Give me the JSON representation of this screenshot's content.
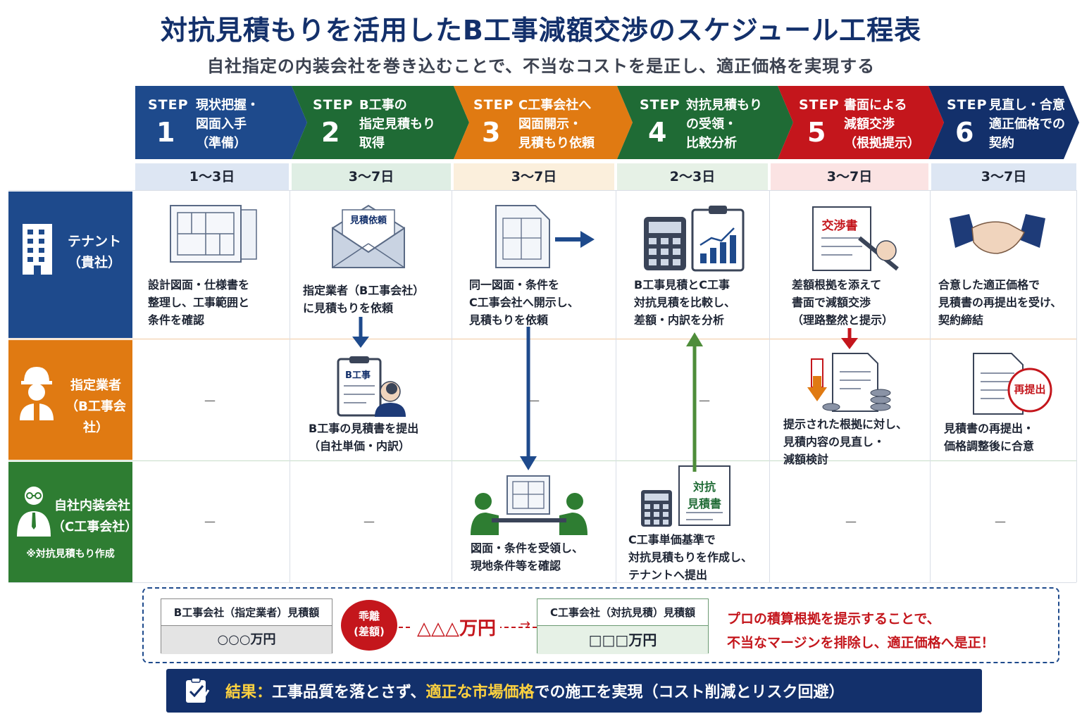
{
  "title": "対抗見積もりを活用したB工事減額交渉のスケジュール工程表",
  "subtitle": "自社指定の内装会社を巻き込むことで、不当なコストを是正し、適正価格を実現する",
  "steps": [
    {
      "label": "STEP",
      "number": "1",
      "title": "現状把握・\n図面入手\n（準備）",
      "duration": "1〜3日",
      "color": "#1e4a8c"
    },
    {
      "label": "STEP",
      "number": "2",
      "title": "B工事の\n指定見積もり\n取得",
      "duration": "3〜7日",
      "color": "#1f6b35"
    },
    {
      "label": "STEP",
      "number": "3",
      "title": "C工事会社へ\n図面開示・\n見積もり依頼",
      "duration": "3〜7日",
      "color": "#e07a12"
    },
    {
      "label": "STEP",
      "number": "4",
      "title": "対抗見積もり\nの受領・\n比較分析",
      "duration": "2〜3日",
      "color": "#1f6b35"
    },
    {
      "label": "STEP",
      "number": "5",
      "title": "書面による\n減額交渉\n（根拠提示）",
      "duration": "3〜7日",
      "color": "#c4161c"
    },
    {
      "label": "STEP",
      "number": "6",
      "title": "見直し・合意\n適正価格での\n契約",
      "duration": "3〜7日",
      "color": "#13306b"
    }
  ],
  "roles": [
    {
      "name": "テナント\n（貴社）",
      "note": "",
      "color": "#1e4a8c"
    },
    {
      "name": "指定業者\n（B工事会社）",
      "note": "",
      "color": "#e07a12"
    },
    {
      "name": "自社内装会社\n（C工事会社）",
      "note": "※対抗見積もり作成",
      "color": "#2e7d32"
    }
  ],
  "cells": {
    "tenant": [
      "設計図面・仕様書を\n整理し、工事範囲と\n条件を確認",
      "指定業者（B工事会社）\nに見積もりを依頼",
      "同一図面・条件を\nC工事会社へ開示し、\n見積もりを依頼",
      "B工事見積とC工事\n対抗見積を比較し、\n差額・内訳を分析",
      "差額根拠を添えて\n書面で減額交渉\n（理路整然と提示）",
      "合意した適正価格で\n見積書の再提出を受け、\n契約締結"
    ],
    "vendor": [
      "—",
      "B工事の見積書を提出\n（自社単価・内訳）",
      "—",
      "—",
      "提示された根拠に対し、\n見積内容の見直し・\n減額検討",
      "見積書の再提出・\n価格調整後に合意"
    ],
    "ours": [
      "—",
      "—",
      "図面・条件を受領し、\n現地条件等を確認",
      "C工事単価基準で\n対抗見積もりを作成し、\nテナントへ提出",
      "—",
      "—"
    ]
  },
  "icon_labels": {
    "envelope": "見積依頼",
    "clipboard": "B工事",
    "estimate_doc": "対抗\n見積書",
    "negotiation_doc": "交渉書",
    "resubmit_stamp": "再提出"
  },
  "comparison": {
    "b_label": "B工事会社（指定業者）見積額",
    "b_value": "○○○万円",
    "gap_label": "乖離\n(差額)",
    "gap_value": "△△△万円",
    "c_label": "C工事会社（対抗見積）見積額",
    "c_value": "□□□万円",
    "message": "プロの積算根拠を提示することで、\n不当なマージンを排除し、適正価格へ是正！"
  },
  "result": {
    "prefix": "結果：",
    "part1": "工事品質を落とさず、",
    "highlight": "適正な市場価格",
    "part2": "での施工を実現（コスト削減とリスク回避）"
  },
  "colors": {
    "navy": "#13306b",
    "blue": "#1e4a8c",
    "green": "#1f6b35",
    "orange": "#e07a12",
    "red": "#c4161c",
    "highlight": "#ffd23f"
  }
}
